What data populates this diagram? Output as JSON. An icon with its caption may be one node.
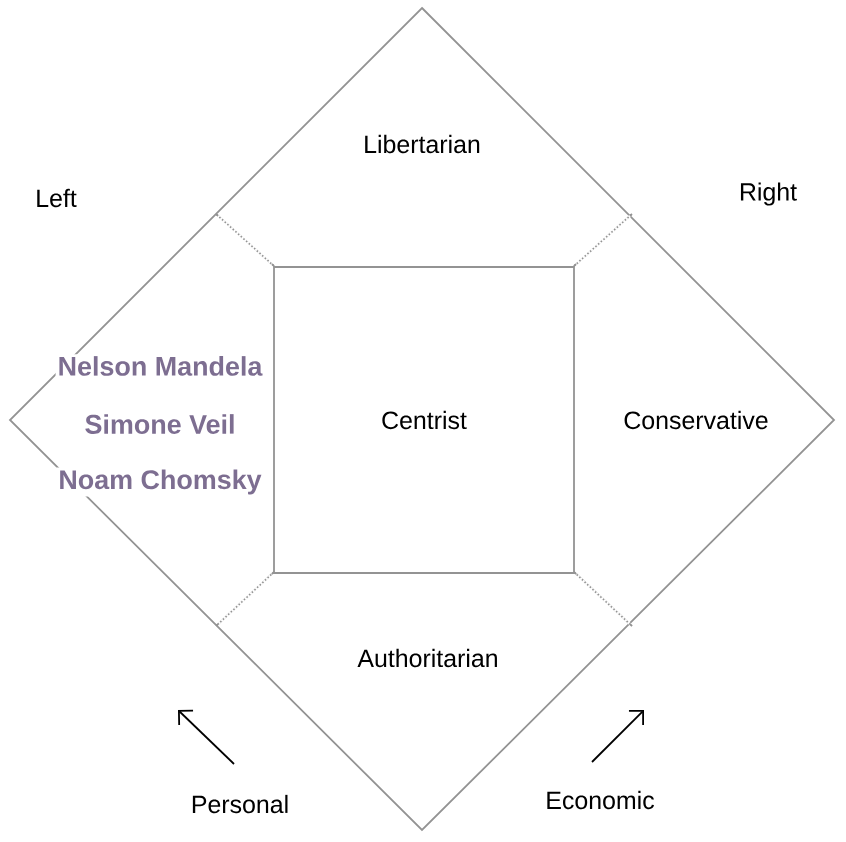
{
  "diagram": {
    "nodes": [
      {
        "text": [
          "Libertarian"
        ]
      },
      {
        "text": [
          "Centrist"
        ]
      },
      {
        "text": [
          "Conservative"
        ]
      },
      {
        "text": [
          "Authoritarian"
        ]
      }
    ],
    "edges": [],
    "labels": [
      "Left",
      "Right",
      "Nelson Mandela",
      "Simone Veil",
      "Noam Chomsky",
      "Personal",
      "Economic"
    ]
  }
}
